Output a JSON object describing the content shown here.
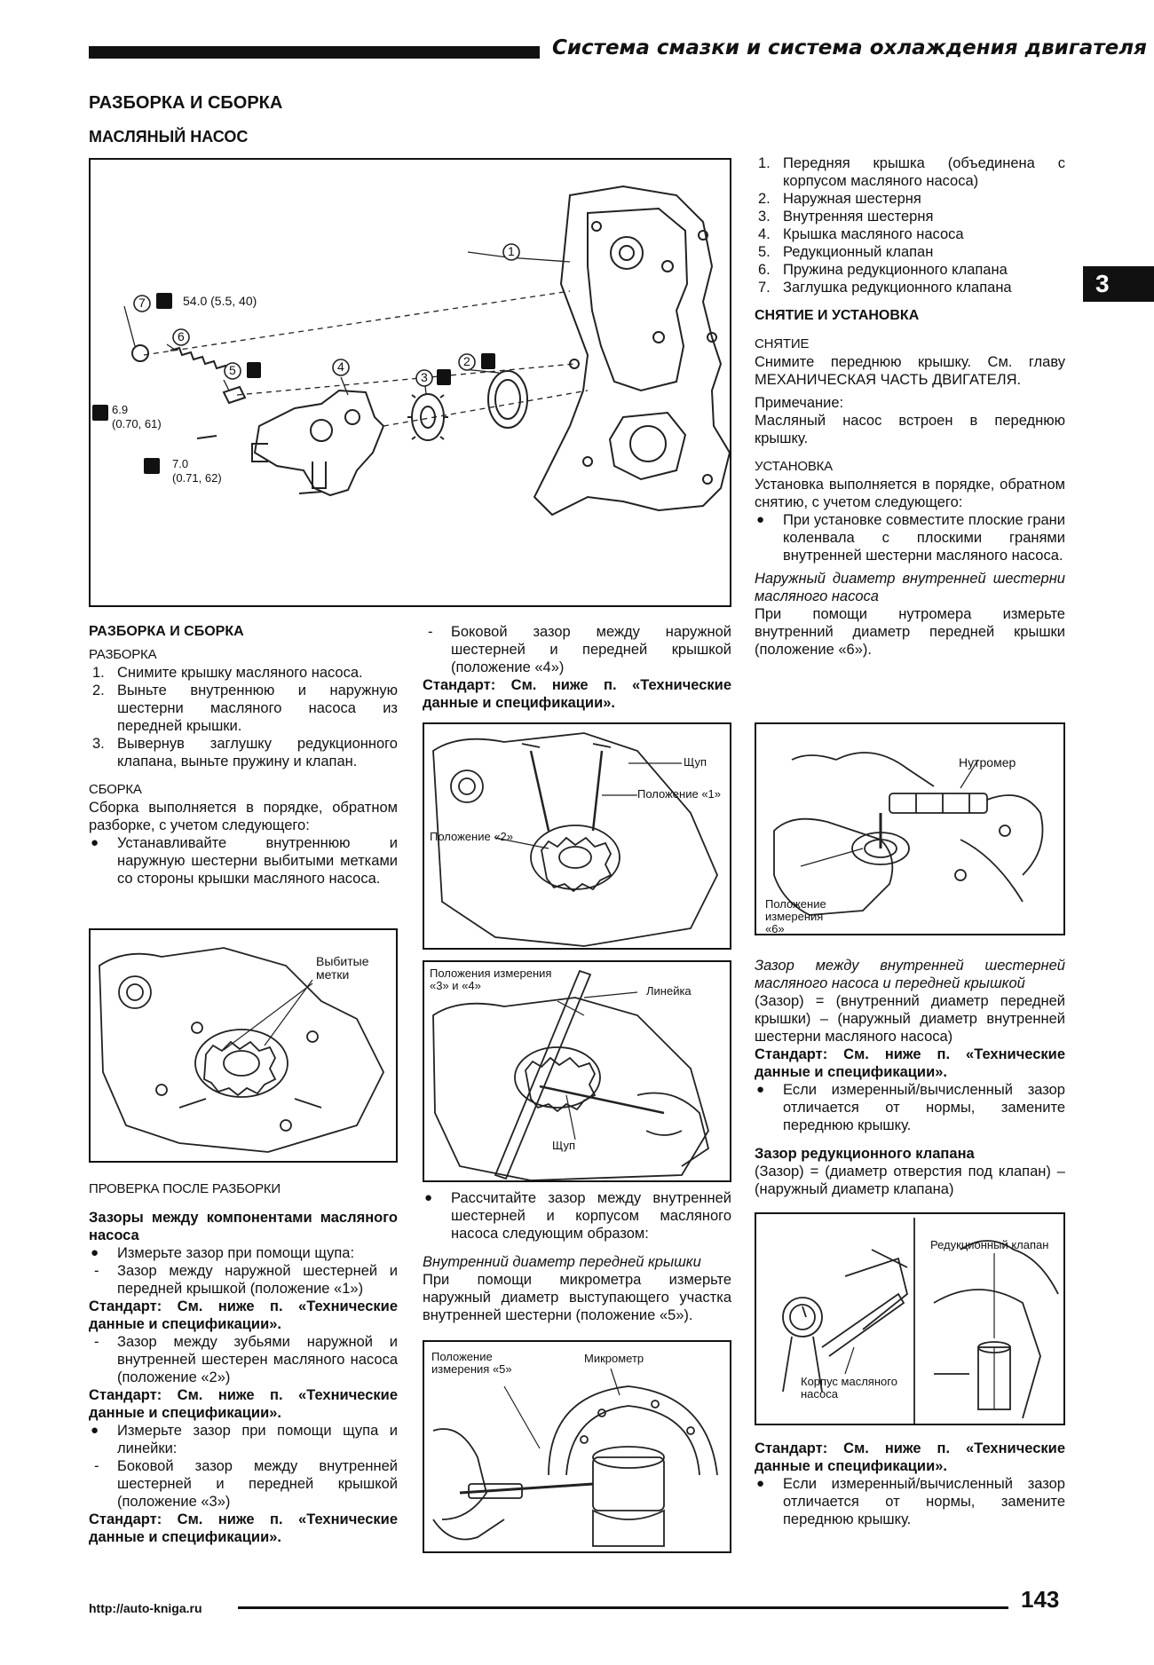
{
  "header": {
    "title": "Система смазки и система охлаждения двигателя",
    "section": "РАЗБОРКА И СБОРКА",
    "subsection": "МАСЛЯНЫЙ НАСОС",
    "chapter": "3"
  },
  "fig_main": {
    "callout_1": "1",
    "callout_2": "2",
    "callout_3": "3",
    "callout_4": "4",
    "callout_5": "5",
    "callout_6": "6",
    "callout_7": "7",
    "torque_7": "54.0 (5.5, 40)",
    "torque_a_1": "6.9",
    "torque_a_2": "(0.70, 61)",
    "torque_b_1": "7.0",
    "torque_b_2": "(0.71, 62)"
  },
  "parts_list": [
    {
      "num": "1.",
      "text": "Передняя крышка (объединена с корпусом масляного насоса)"
    },
    {
      "num": "2.",
      "text": "Наружная шестерня"
    },
    {
      "num": "3.",
      "text": "Внутренняя шестерня"
    },
    {
      "num": "4.",
      "text": "Крышка масляного насоса"
    },
    {
      "num": "5.",
      "text": "Редукционный клапан"
    },
    {
      "num": "6.",
      "text": "Пружина редукционного клапана"
    },
    {
      "num": "7.",
      "text": "Заглушка редукционного клапана"
    }
  ],
  "right_col": {
    "h_removal": "СНЯТИЕ И УСТАНОВКА",
    "h_snyatie": "СНЯТИЕ",
    "snyatie_text": "Снимите переднюю крышку. См. главу МЕХАНИЧЕСКАЯ ЧАСТЬ ДВИГАТЕЛЯ.",
    "note_label": "Примечание:",
    "note_text": "Масляный насос встроен в переднюю крышку.",
    "h_ustanovka": "УСТАНОВКА",
    "ustanovka_text": "Установка выполняется в порядке, обратном снятию, с учетом следующего:",
    "ustanovka_bullet": "При установке совместите плоские грани коленвала с плоскими гранями внутренней шестерни масляного насоса.",
    "inner_dia_title": "Наружный диаметр внутренней шестерни масляного насоса",
    "inner_dia_text": "При помощи нутромера измерьте внутренний диаметр передней крышки (положение «6»).",
    "fig_nutromer_label": "Нутромер",
    "fig_nutromer_pos": "Положение измерения «6»",
    "clearance_title": "Зазор между внутренней шестерней масляного насоса и передней крышкой",
    "clearance_text": "(Зазор) = (внутренний диаметр передней крышки) – (наружный диаметр внутренней шестерни масляного насоса)",
    "std_1": "Стандарт: См. ниже п. «Технические данные и спецификации».",
    "bullet_replace_1": "Если измеренный/вычисленный зазор отличается от нормы, замените переднюю крышку.",
    "valve_title": "Зазор редукционного клапана",
    "valve_text": "(Зазор) = (диаметр отверстия под клапан) – (наружный диаметр клапана)",
    "fig_valve_label": "Редукционный клапан",
    "fig_valve_body": "Корпус масляного насоса",
    "std_2": "Стандарт: См. ниже п. «Технические данные и спецификации».",
    "bullet_replace_2": "Если измеренный/вычисленный зазор отличается от нормы, замените переднюю крышку."
  },
  "left_col": {
    "h_main": "РАЗБОРКА И СБОРКА",
    "h_razborka": "РАЗБОРКА",
    "steps": [
      {
        "num": "1.",
        "text": "Снимите крышку масляного насоса."
      },
      {
        "num": "2.",
        "text": "Выньте внутреннюю и наружную шестерни масляного насоса из передней крышки."
      },
      {
        "num": "3.",
        "text": "Вывернув заглушку редукционного клапана, выньте пружину и клапан."
      }
    ],
    "h_sborka": "СБОРКА",
    "sborka_text": "Сборка выполняется в порядке, обратном разборке, с учетом следующего:",
    "sborka_bullet": "Устанавливайте внутреннюю и наружную шестерни выбитыми метками со стороны крышки масляного насоса.",
    "fig_marks_label": "Выбитые метки",
    "h_check": "ПРОВЕРКА ПОСЛЕ РАЗБОРКИ",
    "clearances_title": "Зазоры между компонентами масляного насоса",
    "bullet_feeler": "Измерьте зазор при помощи щупа:",
    "dash_1": "Зазор между наружной шестерней и передней крышкой (положение «1»)",
    "std_1": "Стандарт: См. ниже п. «Технические данные и спецификации».",
    "dash_2": "Зазор между зубьями наружной и внутренней шестерен масляного насоса (положение «2»)",
    "std_2": "Стандарт: См. ниже п. «Технические данные и спецификации».",
    "bullet_feeler_ruler": "Измерьте зазор при помощи щупа и линейки:",
    "dash_3": "Боковой зазор между внутренней шестерней и передней крышкой (положение «3»)",
    "std_3": "Стандарт: См. ниже п. «Технические данные и спецификации»."
  },
  "mid_col": {
    "dash_4": "Боковой зазор между наружной шестерней и передней крышкой (положение «4»)",
    "std_4": "Стандарт: См. ниже п. «Технические данные и спецификации».",
    "fig_a_feeler": "Щуп",
    "fig_a_pos1": "Положение «1»",
    "fig_a_pos2": "Положение «2»",
    "fig_b_pos": "Положения измерения «3» и «4»",
    "fig_b_ruler": "Линейка",
    "fig_b_feeler": "Щуп",
    "bullet_calc": "Рассчитайте зазор между внутренней шестерней и корпусом масляного насоса следующим образом:",
    "inner_dia_title": "Внутренний диаметр передней крышки",
    "inner_dia_text": "При помощи микрометра измерьте наружный диаметр выступающего участка внутренней шестерни (положение «5»).",
    "fig_c_pos": "Положение измерения «5»",
    "fig_c_micrometer": "Микрометр"
  },
  "footer": {
    "url": "http://auto-kniga.ru",
    "page": "143"
  }
}
